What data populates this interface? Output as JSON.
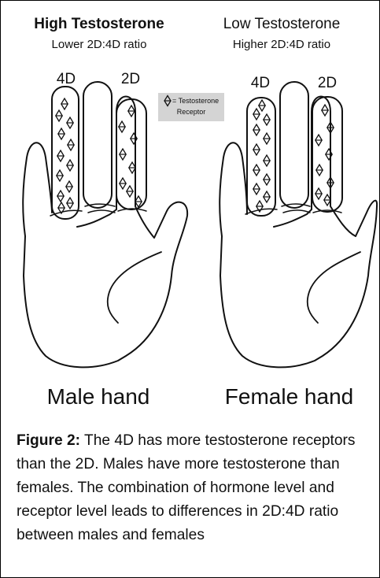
{
  "header": {
    "left_title": "High Testosterone",
    "left_subtitle": "Lower 2D:4D ratio",
    "right_title": "Low Testosterone",
    "right_subtitle": "Higher 2D:4D ratio"
  },
  "legend": {
    "symbol_icon": "diamond-receptor-icon",
    "line1": "= Testosterone",
    "line2": "Receptor",
    "box_color": "#d4d4d4"
  },
  "hands": {
    "male": {
      "finger_4d": "4D",
      "finger_2d": "2D",
      "label": "Male hand",
      "receptors_4d": 12,
      "receptors_2d": 8
    },
    "female": {
      "finger_4d": "4D",
      "finger_2d": "2D",
      "label": "Female hand",
      "receptors_4d": 12,
      "receptors_2d": 8
    }
  },
  "caption": {
    "lead": "Figure 2:",
    "text": " The 4D has more testosterone receptors than the 2D. Males have more testosterone than females.  The combination of hormone level and receptor level leads to differences in 2D:4D ratio between males and females"
  }
}
